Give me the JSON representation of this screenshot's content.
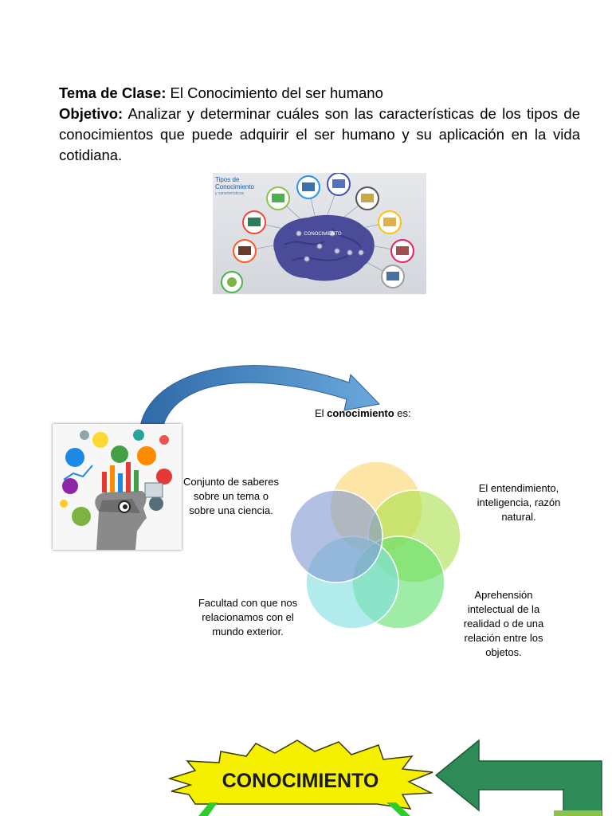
{
  "header": {
    "tema_label": "Tema de Clase:",
    "tema_value": " El Conocimiento del ser humano",
    "objetivo_label": "Objetivo:",
    "objetivo_value": " Analizar y determinar cuáles son las características de los tipos de conocimientos que puede adquirir el ser humano y su aplicación en la vida cotidiana."
  },
  "brain_image": {
    "title_line1": "Tipos de",
    "title_line2": "Conocimiento",
    "title_line3": "y características",
    "center_label": "CONOCIMIENTO"
  },
  "diagram": {
    "intro_prefix": "El ",
    "intro_bold": "conocimiento",
    "intro_suffix": " es:",
    "def_1": "Conjunto de saberes sobre un tema o sobre una ciencia.",
    "def_2": "El entendimiento, inteligencia, razón natural.",
    "def_3": "Aprehensión intelectual de la realidad o de una relación entre los objetos.",
    "def_4": "Facultad con que nos relacionamos con el mundo exterior."
  },
  "banner": {
    "label": "CONOCIMIENTO"
  },
  "colors": {
    "circle_yellow": "#fbd46a",
    "circle_green": "#a8e04a",
    "circle_darkgreen": "#5ee06a",
    "circle_teal": "#7fdde0",
    "circle_blue": "#7f96d0",
    "arrow_blue": "#3f7fc0",
    "burst_yellow": "#f5f000",
    "arrow_green": "#2e8b57"
  }
}
